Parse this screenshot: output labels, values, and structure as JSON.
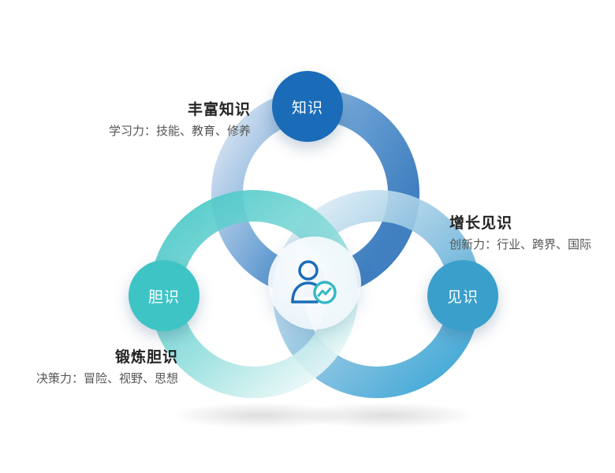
{
  "nodes": {
    "knowledge": "知识",
    "courage": "胆识",
    "insight": "见识"
  },
  "annotations": {
    "knowledge": {
      "title": "丰富知识",
      "desc": "学习力：技能、教育、修养"
    },
    "insight": {
      "title": "增长见识",
      "desc": "创新力：行业、跨界、国际"
    },
    "courage": {
      "title": "锻炼胆识",
      "desc": "决策力：冒险、视野、思想"
    }
  },
  "center_icon": "user-trend-icon",
  "colors": {
    "knowledge": "#1a6cb8",
    "courage": "#3fc4c6",
    "insight": "#3a9fcb"
  }
}
